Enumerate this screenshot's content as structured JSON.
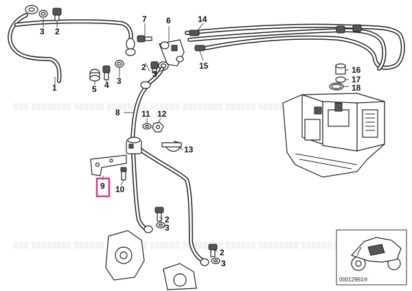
{
  "callouts": {
    "c1": "1",
    "c2a": "2",
    "c2b": "2",
    "c2c": "2",
    "c2d": "2",
    "c3a": "3",
    "c3b": "3",
    "c3c": "3",
    "c3d": "3",
    "c4": "4",
    "c5": "5",
    "c6": "6",
    "c7": "7",
    "c8": "8",
    "c9": "9",
    "c10": "10",
    "c11": "11",
    "c12": "12",
    "c13": "13",
    "c14": "14",
    "c15": "15",
    "c16": "16",
    "c17": "17",
    "c18": "18"
  },
  "highlight": {
    "part": "9",
    "color": "#e0338a"
  },
  "inset": {
    "code": "00012961®"
  },
  "icons": [
    "brake-line-icon",
    "abs-unit-icon",
    "motorcycle-icon",
    "caliper-icon"
  ]
}
